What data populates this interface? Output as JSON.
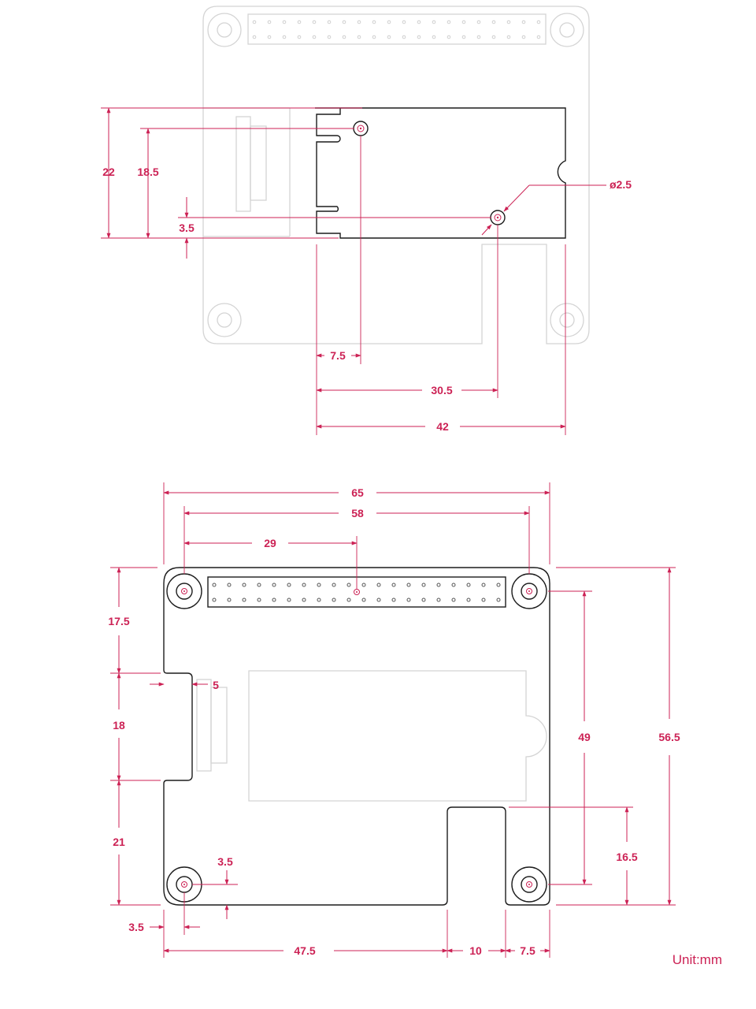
{
  "units_label": "Unit:mm",
  "accent_color": "#cc2255",
  "top_view": {
    "dimensions": {
      "height_total": "22",
      "hole_to_edge_y": "18.5",
      "hole_offset_y": "3.5",
      "hole_diameter": "ø2.5",
      "hole1_x": "7.5",
      "hole2_x": "30.5",
      "width": "42"
    }
  },
  "bottom_view": {
    "dimensions": {
      "width_total": "65",
      "hole_spacing_x": "58",
      "header_center": "29",
      "top_to_notch": "17.5",
      "notch_height": "18",
      "notch_to_bottom": "21",
      "notch_depth": "5",
      "hole_inset_y": "3.5",
      "hole_inset_x": "3.5",
      "hole_spacing_y": "49",
      "board_height": "56.5",
      "cutout_height": "16.5",
      "left_to_cutout": "47.5",
      "cutout_width": "10",
      "cutout_to_right": "7.5"
    }
  }
}
